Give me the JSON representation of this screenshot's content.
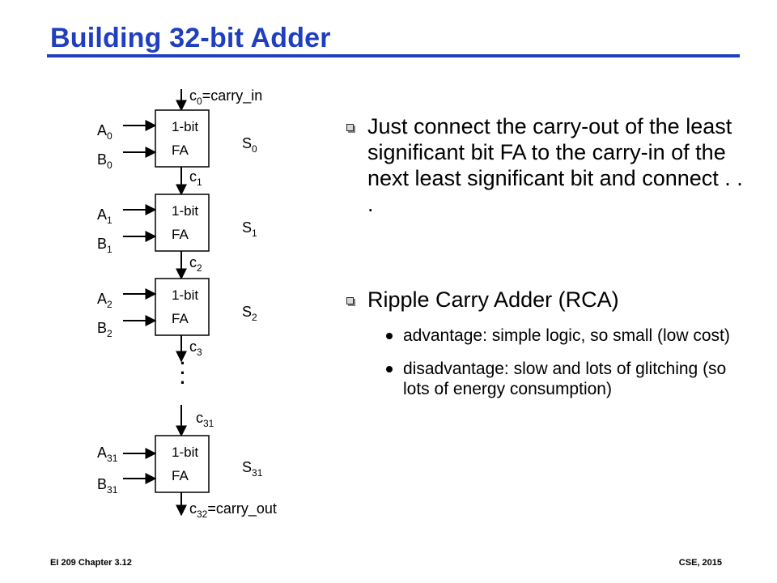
{
  "title": "Building 32-bit Adder",
  "diagram": {
    "carry_in_label": {
      "base": "c",
      "sub": "0",
      "suffix": "=carry_in"
    },
    "carry_out_label": {
      "base": "c",
      "sub": "32",
      "suffix": "=carry_out"
    },
    "fa_line1": "1-bit",
    "fa_line2": "FA",
    "ellipsis": "·\n·\n·",
    "stages": [
      {
        "a": {
          "base": "A",
          "sub": "0"
        },
        "b": {
          "base": "B",
          "sub": "0"
        },
        "s": {
          "base": "S",
          "sub": "0"
        },
        "c_out": {
          "base": "c",
          "sub": "1"
        }
      },
      {
        "a": {
          "base": "A",
          "sub": "1"
        },
        "b": {
          "base": "B",
          "sub": "1"
        },
        "s": {
          "base": "S",
          "sub": "1"
        },
        "c_out": {
          "base": "c",
          "sub": "2"
        }
      },
      {
        "a": {
          "base": "A",
          "sub": "2"
        },
        "b": {
          "base": "B",
          "sub": "2"
        },
        "s": {
          "base": "S",
          "sub": "2"
        },
        "c_out": {
          "base": "c",
          "sub": "3"
        }
      },
      {
        "a": {
          "base": "A",
          "sub": "31"
        },
        "b": {
          "base": "B",
          "sub": "31"
        },
        "s": {
          "base": "S",
          "sub": "31"
        },
        "c_in": {
          "base": "c",
          "sub": "31"
        }
      }
    ]
  },
  "bullets": [
    {
      "text": "Just connect the carry-out of the least significant bit FA to the carry-in of the next least significant bit and connect . . .",
      "sub": []
    },
    {
      "text": "Ripple Carry Adder (RCA)",
      "sub": [
        "advantage:  simple logic, so small (low cost)",
        "disadvantage:  slow and lots of glitching (so lots of energy consumption)"
      ]
    }
  ],
  "footer": {
    "left": "EI 209 Chapter 3.12",
    "right": "CSE, 2015"
  },
  "colors": {
    "title": "#1f3fbf",
    "rule": "#1f3fbf"
  }
}
